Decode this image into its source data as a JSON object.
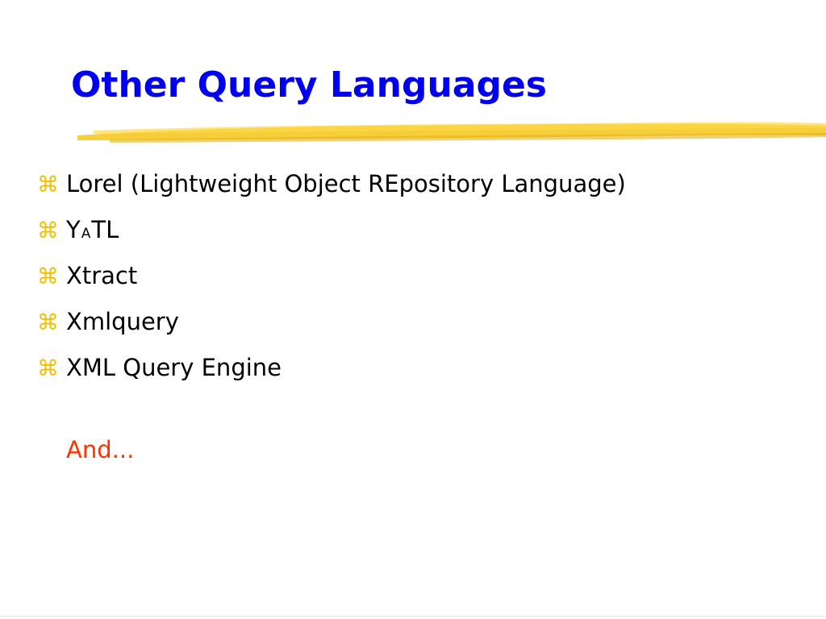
{
  "slide": {
    "title": "Other Query Languages",
    "bullet_icon": "⌘",
    "bullet_icon_name": "command-bullet-icon",
    "bullets": [
      {
        "text": "Lorel (Lightweight Object REpository Language)"
      },
      {
        "part1": "Y",
        "part2": "A",
        "part3": "TL"
      },
      {
        "text": "Xtract"
      },
      {
        "text": "Xmlquery"
      },
      {
        "text": "XML Query Engine"
      }
    ],
    "footer_text": "And..."
  },
  "colors": {
    "title": "#0000ee",
    "bullet_icon": "#f0c000",
    "body_text": "#000000",
    "accent_text": "#ff3300",
    "highlighter": "#f5c518"
  }
}
